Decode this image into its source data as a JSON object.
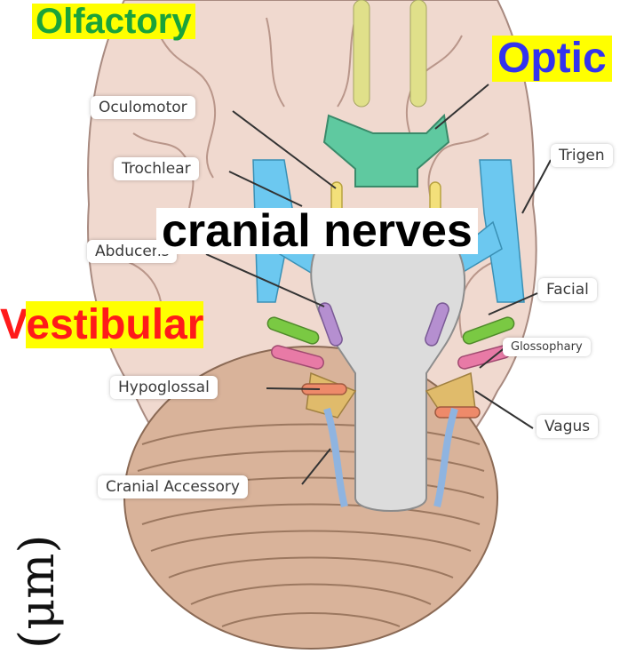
{
  "labels": {
    "oculomotor": "Oculomotor",
    "trochlear": "Trochlear",
    "abducens": "Abducens",
    "hypoglossal": "Hypoglossal",
    "cranial_accessory": "Cranial Accessory",
    "trigeminal": "Trigen",
    "facial": "Facial",
    "glossopharyngeal": "Glossophary",
    "vagus": "Vagus"
  },
  "overlays": {
    "olfactory": "Olfactory",
    "optic": "Optic",
    "title": "cranial nerves",
    "vestibular_first": "V",
    "vestibular_rest": "estibular"
  },
  "unit_label": "(μm)",
  "colors": {
    "brain": "#f0d9cf",
    "cerebellum": "#d9b39a",
    "brainstem": "#dcdcdc",
    "olfactory_nerve": "#e0e08a",
    "optic_chiasm": "#5fc9a0",
    "vessels": "#6cc8f0",
    "abducens": "#b58fd0",
    "trigeminal": "#6cc8f0",
    "facial": "#7ac943",
    "glossopharyngeal": "#e87aa6",
    "vagus": "#e0bb6b",
    "accessory": "#8fb4e0",
    "overlay_yellow": "#ffff00",
    "olfactory_text": "#1aa33a",
    "optic_text": "#3333ee",
    "vestibular_text": "#ff1a1a"
  }
}
